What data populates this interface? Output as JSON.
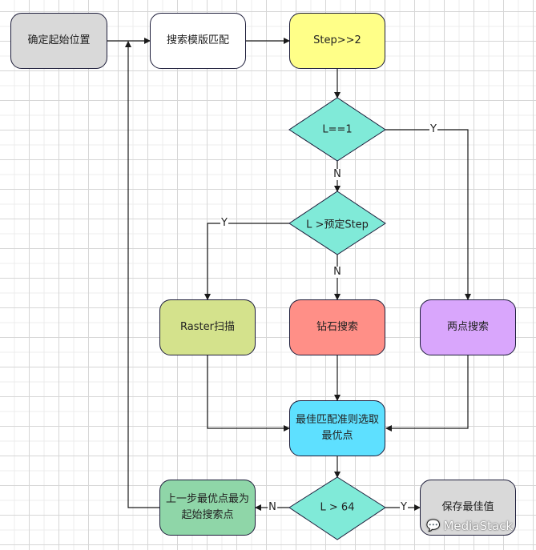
{
  "diagram": {
    "nodes": {
      "start": {
        "label": "确定起始位置",
        "color": "#d9d9d9"
      },
      "template_match": {
        "label": "搜索模版匹配",
        "color": "#ffffff"
      },
      "step_shift": {
        "label": "Step>>2",
        "color": "#ffff88"
      },
      "cond_l_eq_1": {
        "label": "L==1",
        "color": "#80ead8"
      },
      "cond_l_gt_step": {
        "label": "L >预定Step",
        "color": "#80ead8"
      },
      "raster_scan": {
        "label": "Raster扫描",
        "color": "#d4e28c"
      },
      "diamond_search": {
        "label": "钻石搜索",
        "color": "#ff8f87"
      },
      "two_point_search": {
        "label": "两点搜索",
        "color": "#d9a6fc"
      },
      "best_match": {
        "label": "最佳匹配准则选取最优点",
        "line1": "最佳匹配准则选取",
        "line2": "最优点",
        "color": "#5ee0ff"
      },
      "cond_l_gt_64": {
        "label": "L > 64",
        "color": "#80ead8"
      },
      "prev_best_start": {
        "label": "上一步最优点最为起始搜索点",
        "line1": "上一步最优点最为",
        "line2": "起始搜索点",
        "color": "#8fd6a8"
      },
      "save_best": {
        "label": "保存最佳值",
        "color": "#d9d9d9"
      }
    },
    "edge_labels": {
      "l_eq_1_yes": "Y",
      "l_eq_1_no": "N",
      "l_gt_step_yes": "Y",
      "l_gt_step_no": "N",
      "l_gt_64_no": "N",
      "l_gt_64_yes": "Y"
    },
    "line_color": "#1a1a1a"
  },
  "watermark": {
    "icon": "wechat-icon",
    "text": "MediaStack"
  }
}
